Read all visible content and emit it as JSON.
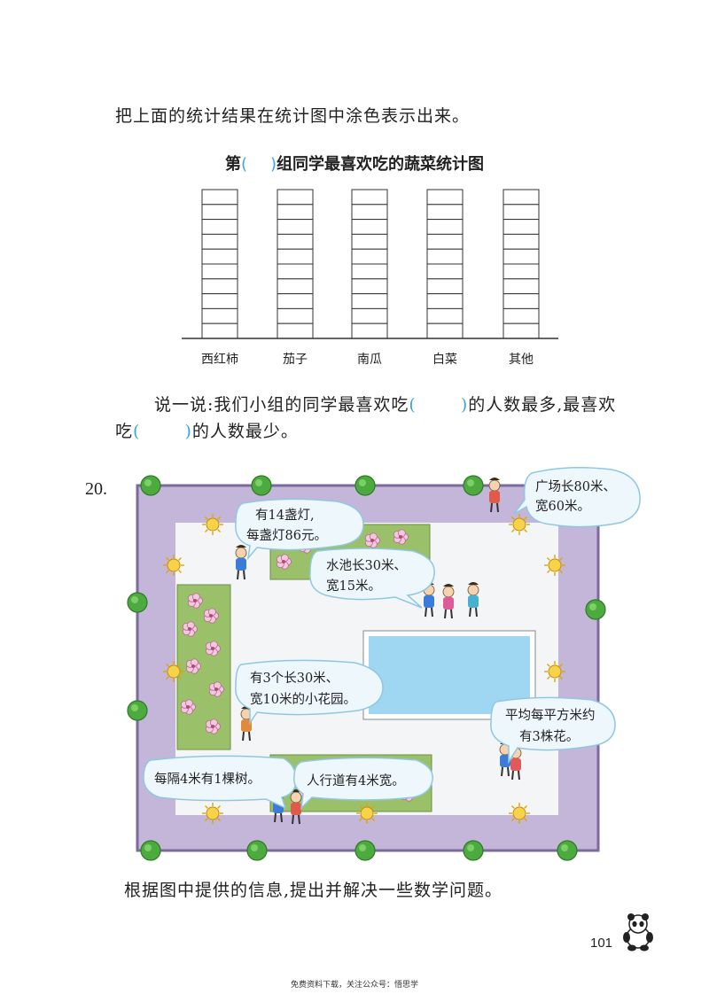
{
  "instruction": "把上面的统计结果在统计图中涂色表示出来。",
  "chart": {
    "title_prefix": "第",
    "paren_open": "(",
    "paren_close": ")",
    "title_suffix": "组同学最喜欢吃的蔬菜统计图",
    "categories": [
      "西红柿",
      "茄子",
      "南瓜",
      "白菜",
      "其他"
    ]
  },
  "chart_data": {
    "type": "bar",
    "title": "第(   )组同学最喜欢吃的蔬菜统计图",
    "categories": [
      "西红柿",
      "茄子",
      "南瓜",
      "白菜",
      "其他"
    ],
    "values": [
      0,
      0,
      0,
      0,
      0
    ],
    "cells_per_column": 10,
    "grid": true
  },
  "talk": {
    "lead": "说一说:我们小组的同学最喜欢吃",
    "paren_open": "(",
    "paren_close": ")",
    "mid": "的人数最多,最喜欢吃",
    "end": "的人数最少。"
  },
  "question": {
    "number": "20.",
    "bubbles": {
      "plaza": [
        "广场长80米、",
        "宽60米。"
      ],
      "lamps": [
        "有14盏灯,",
        "每盏灯86元。"
      ],
      "pool": [
        "水池长30米、",
        "宽15米。"
      ],
      "gardens": [
        "有3个长30米、",
        "宽10米的小花园。"
      ],
      "flowers": [
        "平均每平方米约",
        "有3株花。"
      ],
      "trees": [
        "每隔4米有1棵树。"
      ],
      "walkway": [
        "人行道有4米宽。"
      ]
    },
    "task": "根据图中提供的信息,提出并解决一些数学问题。"
  },
  "page_number": "101",
  "footer": "免费资料下载，关注公众号：悟思学",
  "colors": {
    "walkway": "#c3b6d8",
    "walkway_border": "#7a6a9e",
    "garden": "#9bc06a",
    "pool": "#9fd7f2",
    "bubble_fill": "#eef7fc",
    "bubble_stroke": "#8fc7e3",
    "tree": "#4caa3e",
    "paren": "#3aa7d6"
  }
}
